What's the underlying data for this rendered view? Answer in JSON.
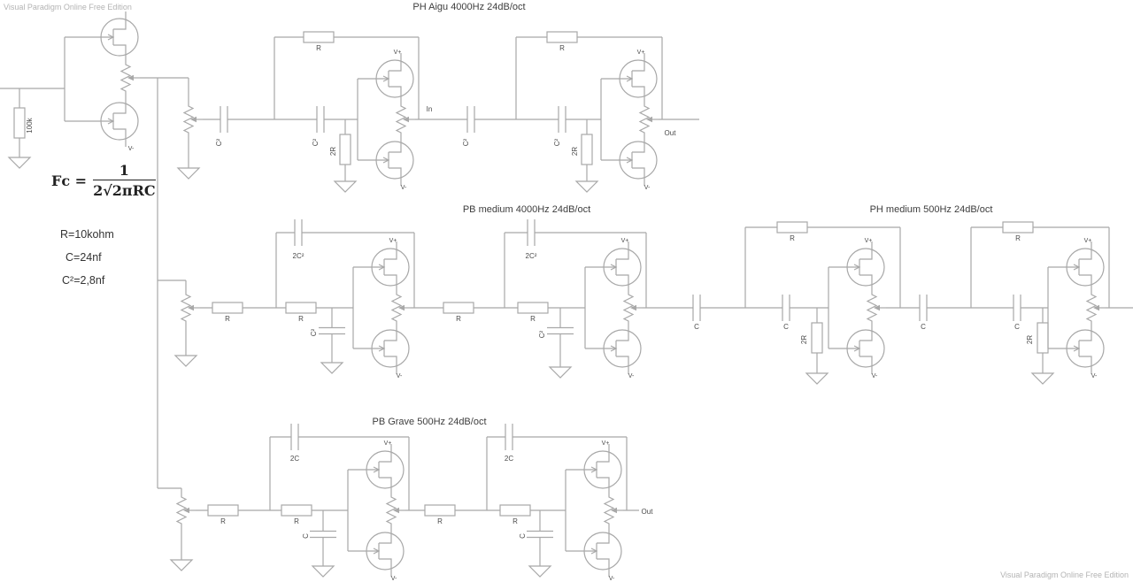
{
  "app": {
    "watermark": "Visual Paradigm Online Free Edition"
  },
  "titles": {
    "ph_aigu": "PH Aigu 4000Hz 24dB/oct",
    "pb_medium": "PB medium 4000Hz 24dB/oct",
    "ph_medium": "PH medium 500Hz 24dB/oct",
    "pb_grave": "PB Grave 500Hz 24dB/oct"
  },
  "formula": {
    "lhs": "Fc =",
    "numerator": "1",
    "denominator": "2√2πRC"
  },
  "parameters": [
    "R=10kohm",
    "C=24nf",
    "C²=2,8nf"
  ],
  "labels": {
    "r": "R",
    "two_r": "2R",
    "c": "C",
    "c_sq": "C²",
    "two_c_sq": "2C²",
    "two_c": "2C",
    "r_100k": "100k",
    "v_plus": "V+",
    "v_minus": "V-",
    "in_node": "In",
    "out_node": "Out"
  },
  "colors": {
    "wire": "#a8a8a8",
    "label": "#4a4a4a",
    "title": "#3d3d3d",
    "watermark": "#b3b3b3",
    "background": "#ffffff"
  }
}
